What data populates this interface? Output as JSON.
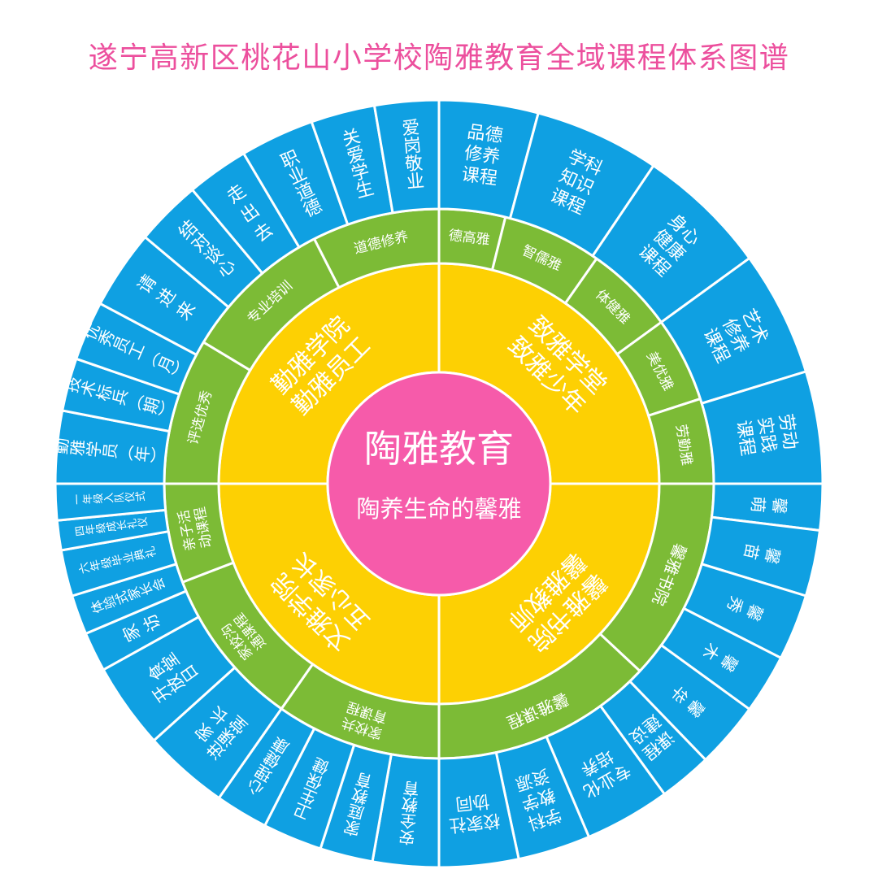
{
  "title": "遂宁高新区桃花山小学校陶雅教育全域课程体系图谱",
  "center": {
    "title": "陶雅教育",
    "subtitle": "陶养生命的馨雅"
  },
  "colors": {
    "title": "#ec4f9d",
    "center": "#f65baa",
    "yellow": "#fdd003",
    "green": "#7cbb36",
    "blue": "#0fa0e2"
  },
  "quadrants": [
    {
      "college": [
        "勤雅学院",
        "勤雅员工"
      ],
      "green": [
        {
          "lines": [
            "评选优秀"
          ]
        },
        {
          "lines": [
            "专业培训"
          ]
        },
        {
          "lines": [
            "道德修养"
          ]
        }
      ],
      "blue": [
        {
          "lines": [
            "勤雅学员（年）"
          ]
        },
        {
          "lines": [
            "技术标兵（期）"
          ]
        },
        {
          "lines": [
            "优秀员工（月）"
          ]
        },
        {
          "lines": [
            "请 进 来"
          ]
        },
        {
          "lines": [
            "结对谈心"
          ]
        },
        {
          "lines": [
            "走 出 去"
          ]
        },
        {
          "lines": [
            "职业道德"
          ]
        },
        {
          "lines": [
            "关爱学生"
          ]
        },
        {
          "lines": [
            "爱岗敬业"
          ]
        }
      ]
    },
    {
      "college": [
        "致雅学堂",
        "致雅少年"
      ],
      "green": [
        {
          "lines": [
            "德高雅"
          ]
        },
        {
          "lines": [
            "智儒雅"
          ]
        },
        {
          "lines": [
            "体健雅"
          ]
        },
        {
          "lines": [
            "美优雅"
          ]
        },
        {
          "lines": [
            "劳勤雅"
          ]
        }
      ],
      "blue": [
        {
          "lines": [
            "品德",
            "修养",
            "课程"
          ]
        },
        {
          "lines": [
            "学科",
            "知识",
            "课程"
          ]
        },
        {
          "lines": [
            "身心",
            "健康",
            "课程"
          ]
        },
        {
          "lines": [
            "艺术",
            "修养",
            "课程"
          ]
        },
        {
          "lines": [
            "劳动",
            "实践",
            "课程"
          ]
        }
      ]
    },
    {
      "college": [
        "馨雅书院",
        "馨雅教师"
      ],
      "green": [
        {
          "lines": [
            "馨雅书院"
          ]
        },
        {
          "lines": [
            "馨雅课程"
          ]
        }
      ],
      "blue": [
        {
          "lines": [
            "馨 萌"
          ]
        },
        {
          "lines": [
            "馨 苗"
          ]
        },
        {
          "lines": [
            "馨 秀"
          ]
        },
        {
          "lines": [
            "馨 木"
          ]
        },
        {
          "lines": [
            "馨 华"
          ]
        },
        {
          "lines": [
            "课程",
            "建设"
          ]
        },
        {
          "lines": [
            "专业化",
            "培养"
          ]
        },
        {
          "lines": [
            "学科",
            "教学",
            "资源"
          ]
        },
        {
          "lines": [
            "校家社",
            "协同"
          ]
        }
      ]
    },
    {
      "college": [
        "文雅学院",
        "五心家长"
      ],
      "green": [
        {
          "lines": [
            "家校共",
            "育课程"
          ]
        },
        {
          "lines": [
            "家校沟",
            "通课程"
          ]
        },
        {
          "lines": [
            "亲子活",
            "动课程"
          ]
        }
      ],
      "blue": [
        {
          "lines": [
            "安全教育"
          ]
        },
        {
          "lines": [
            "家庭教育"
          ]
        },
        {
          "lines": [
            "卫生保健"
          ]
        },
        {
          "lines": [
            "心理健康"
          ]
        },
        {
          "lines": [
            "家 长",
            "进课堂"
          ]
        },
        {
          "lines": [
            "食堂",
            "开放日"
          ]
        },
        {
          "lines": [
            "家 访"
          ]
        },
        {
          "lines": [
            "体验式家长会"
          ]
        },
        {
          "lines": [
            "六年级毕业典礼"
          ]
        },
        {
          "lines": [
            "四年级成长礼仪"
          ]
        },
        {
          "lines": [
            "一年级入队仪式"
          ]
        }
      ]
    }
  ]
}
